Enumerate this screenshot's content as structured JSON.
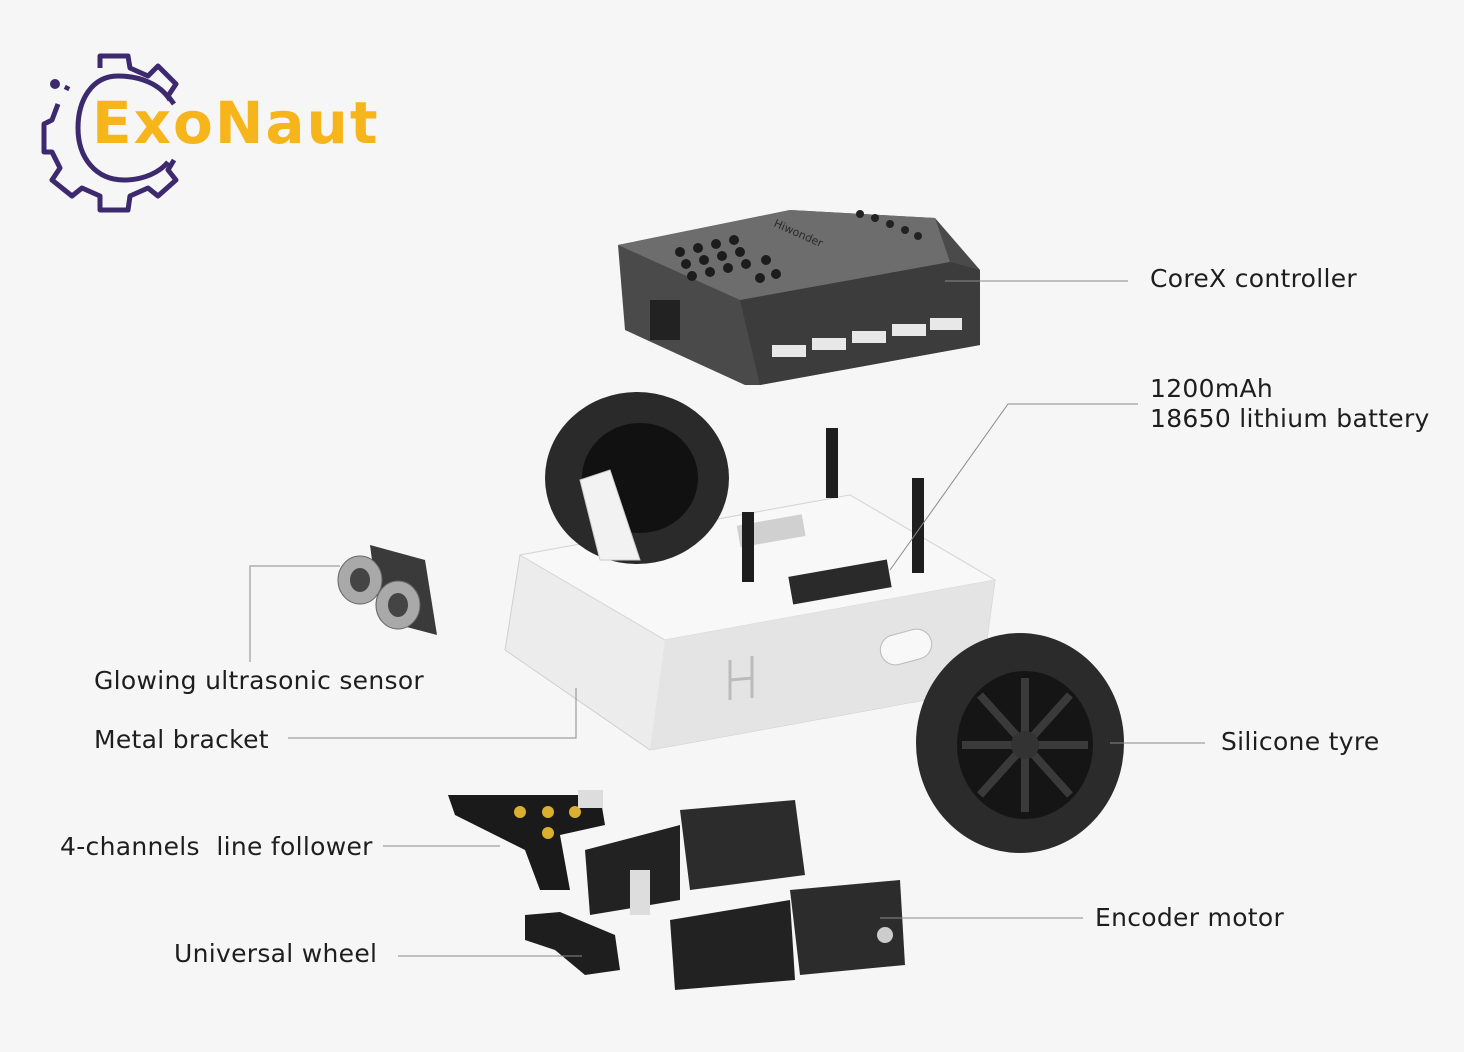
{
  "logo": {
    "text": "ExoNaut",
    "gear_color": "#3d2a6e",
    "text_color": "#f7b51c"
  },
  "product_brand": "Hiwonder",
  "labels": {
    "corex": "CoreX controller",
    "battery_line1": "1200mAh",
    "battery_line2": "18650 lithium battery",
    "ultrasonic": "Glowing ultrasonic sensor",
    "bracket": "Metal bracket",
    "tyre": "Silicone tyre",
    "line_follower": "4-channels  line follower",
    "encoder": "Encoder motor",
    "universal_wheel": "Universal wheel"
  }
}
